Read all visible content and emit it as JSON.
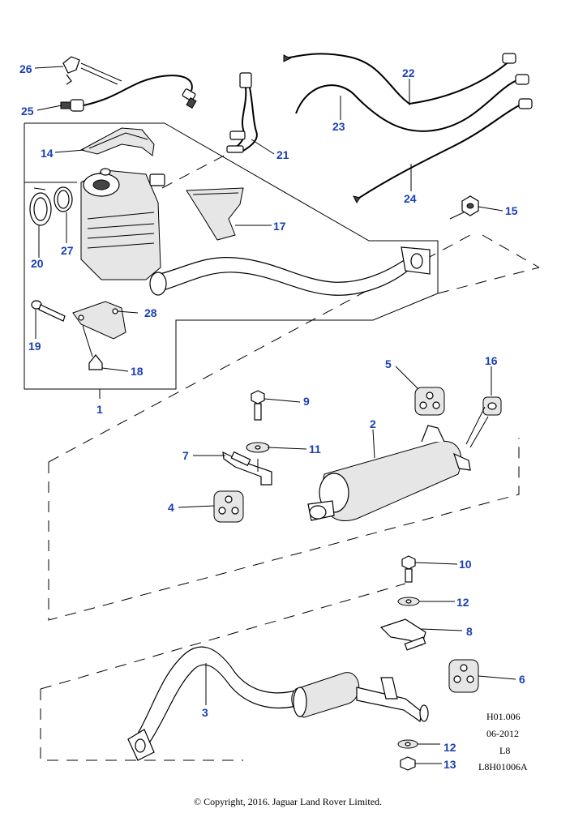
{
  "parts": [
    {
      "id": "1",
      "label": "1"
    },
    {
      "id": "2",
      "label": "2"
    },
    {
      "id": "3",
      "label": "3"
    },
    {
      "id": "4",
      "label": "4"
    },
    {
      "id": "5",
      "label": "5"
    },
    {
      "id": "6",
      "label": "6"
    },
    {
      "id": "7",
      "label": "7"
    },
    {
      "id": "8",
      "label": "8"
    },
    {
      "id": "9",
      "label": "9"
    },
    {
      "id": "10",
      "label": "10"
    },
    {
      "id": "11",
      "label": "11"
    },
    {
      "id": "12a",
      "label": "12"
    },
    {
      "id": "12b",
      "label": "12"
    },
    {
      "id": "13",
      "label": "13"
    },
    {
      "id": "14",
      "label": "14"
    },
    {
      "id": "15",
      "label": "15"
    },
    {
      "id": "16",
      "label": "16"
    },
    {
      "id": "17",
      "label": "17"
    },
    {
      "id": "18",
      "label": "18"
    },
    {
      "id": "19",
      "label": "19"
    },
    {
      "id": "20",
      "label": "20"
    },
    {
      "id": "21",
      "label": "21"
    },
    {
      "id": "22",
      "label": "22"
    },
    {
      "id": "23",
      "label": "23"
    },
    {
      "id": "24",
      "label": "24"
    },
    {
      "id": "25",
      "label": "25"
    },
    {
      "id": "26",
      "label": "26"
    },
    {
      "id": "27",
      "label": "27"
    },
    {
      "id": "28",
      "label": "28"
    }
  ],
  "reference": {
    "code": "H01.006",
    "date": "06-2012",
    "model": "L8",
    "drawing": "L8H01006A"
  },
  "copyright": "© Copyright, 2016. Jaguar Land Rover Limited."
}
